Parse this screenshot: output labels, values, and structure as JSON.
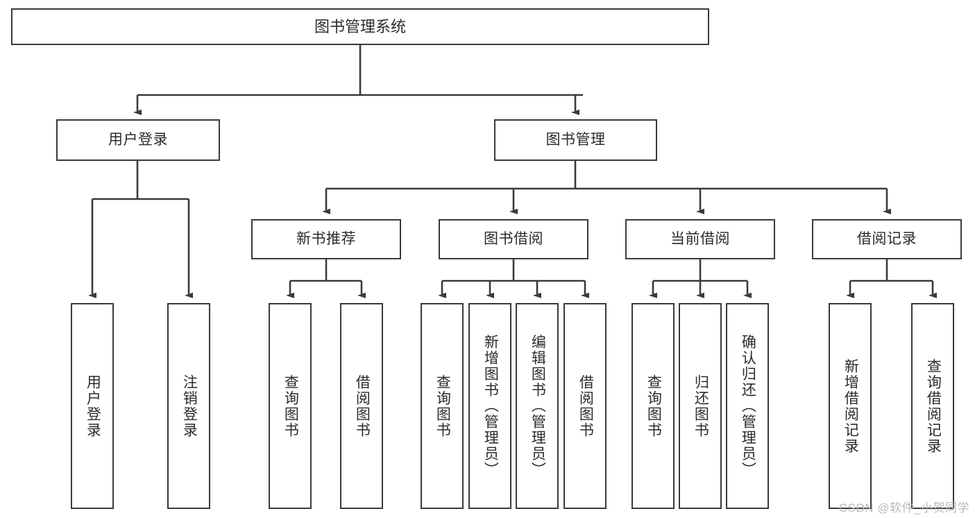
{
  "diagram": {
    "type": "tree",
    "title_text": "图书管理系统",
    "colors": {
      "box_border": "#3a3a3a",
      "box_fill": "#ffffff",
      "line": "#3a3a3a",
      "text": "#2b2b2b",
      "watermark": "#b9b9b9",
      "background": "#ffffff"
    },
    "root": {
      "label": "图书管理系统"
    },
    "level2": [
      {
        "label": "用户登录"
      },
      {
        "label": "图书管理"
      }
    ],
    "level3": [
      {
        "label": "新书推荐"
      },
      {
        "label": "图书借阅"
      },
      {
        "label": "当前借阅"
      },
      {
        "label": "借阅记录"
      }
    ],
    "leaves": {
      "user_login": [
        {
          "label": "用户登录"
        },
        {
          "label": "注销登录"
        }
      ],
      "new_book_recommend": [
        {
          "label": "查询图书"
        },
        {
          "label": "借阅图书"
        }
      ],
      "book_borrow": [
        {
          "label": "查询图书"
        },
        {
          "label": "新增图书（管理员）"
        },
        {
          "label": "编辑图书（管理员）"
        },
        {
          "label": "借阅图书"
        }
      ],
      "current_borrow": [
        {
          "label": "查询图书"
        },
        {
          "label": "归还图书"
        },
        {
          "label": "确认归还（管理员）"
        }
      ],
      "borrow_record": [
        {
          "label": "新增借阅记录"
        },
        {
          "label": "查询借阅记录"
        }
      ]
    }
  },
  "watermark": {
    "text": "CSDN @软件_小贺同学"
  }
}
